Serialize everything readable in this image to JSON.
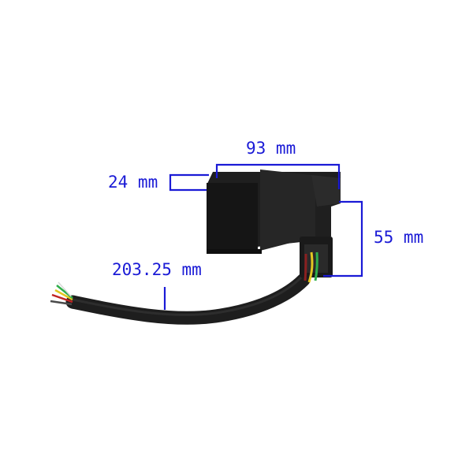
{
  "product": {
    "name": "ecu-module-with-wire-harness",
    "colors": {
      "body": "#1c1c1c",
      "body_shade": "#2a2a2a",
      "cable": "#222222",
      "annotation": "#1a1ad6",
      "background": "#ffffff"
    },
    "wire_colors": [
      "#e3c720",
      "#2fae4a",
      "#c02424",
      "#e8e8e8",
      "#3a3a3a"
    ]
  },
  "dimensions": {
    "width": {
      "label": "93 mm"
    },
    "depth": {
      "label": "24 mm"
    },
    "height": {
      "label": "55 mm"
    },
    "cable_length": {
      "label": "203.25 mm"
    }
  }
}
